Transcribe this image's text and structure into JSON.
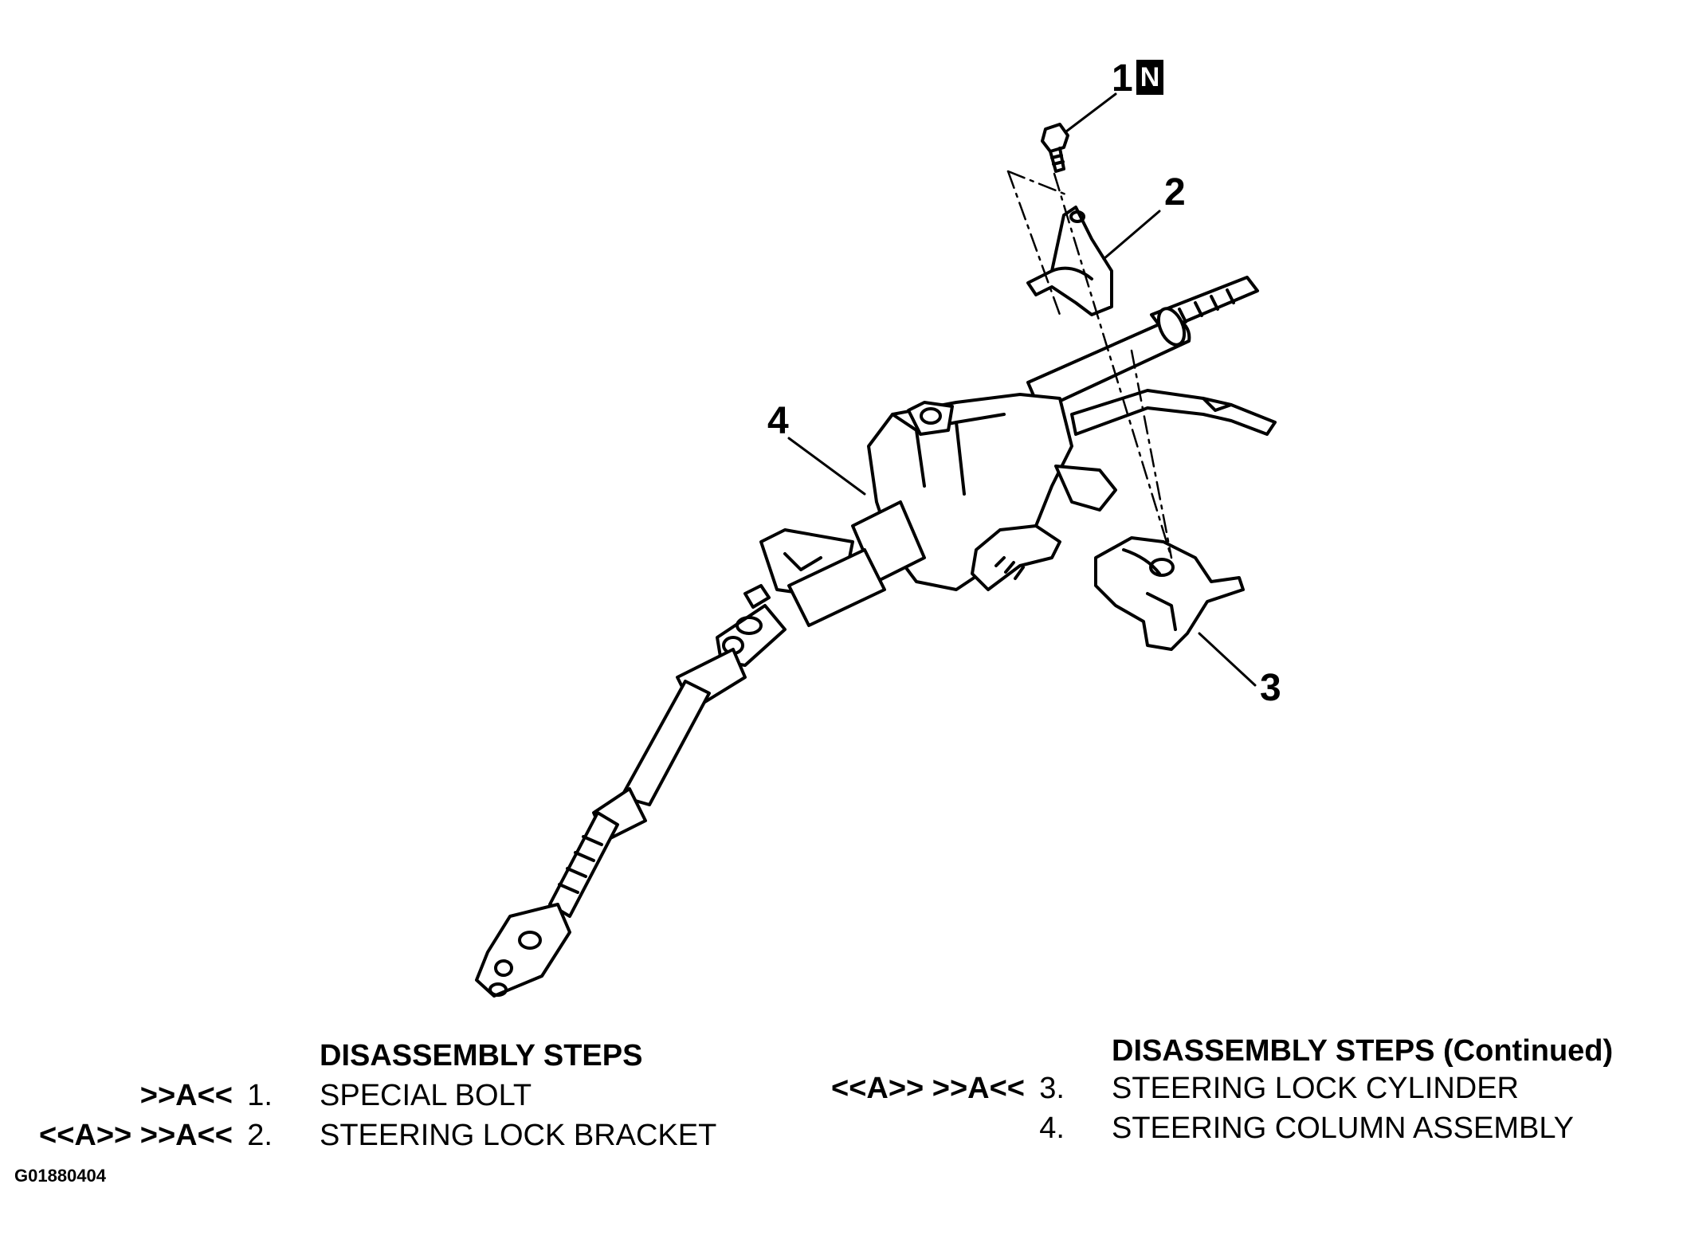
{
  "callouts": {
    "part1": "1",
    "part1_badge": "N",
    "part2": "2",
    "part3": "3",
    "part4": "4"
  },
  "steps_left": {
    "heading": "DISASSEMBLY STEPS",
    "items": [
      {
        "code": ">>A<<",
        "number": "1.",
        "text": "SPECIAL BOLT"
      },
      {
        "code": "<<A>> >>A<<",
        "number": "2.",
        "text": "STEERING LOCK BRACKET"
      }
    ]
  },
  "steps_right": {
    "heading": "DISASSEMBLY STEPS (Continued)",
    "items": [
      {
        "code": "<<A>> >>A<<",
        "number": "3.",
        "text": "STEERING LOCK CYLINDER"
      },
      {
        "code": "",
        "number": "4.",
        "text": "STEERING COLUMN ASSEMBLY"
      }
    ]
  },
  "figure_id": "G01880404"
}
